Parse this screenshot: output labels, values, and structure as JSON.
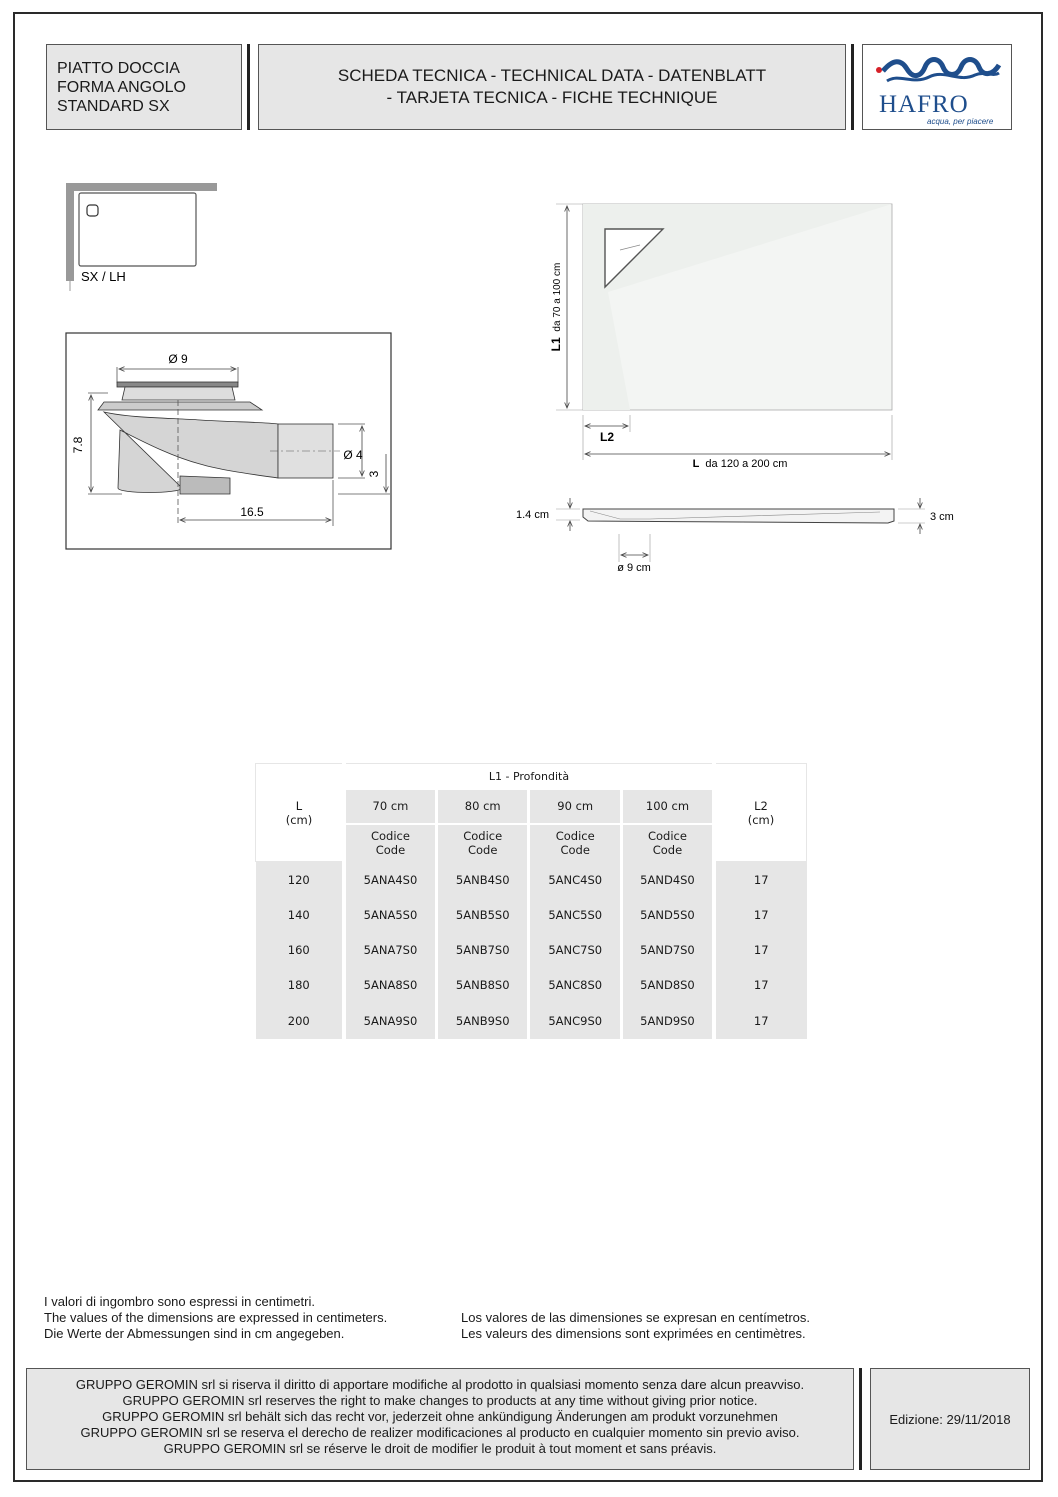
{
  "header": {
    "product_lines": [
      "PIATTO DOCCIA",
      "FORMA ANGOLO",
      "STANDARD SX"
    ],
    "title_line1": "SCHEDA TECNICA - TECHNICAL DATA - DATENBLATT",
    "title_line2": "- TARJETA TECNICA - FICHE TECHNIQUE",
    "logo_text": "HAFRO",
    "logo_tagline": "acqua, per piacere",
    "logo_color": "#1f4e8c",
    "logo_accent": "#d62028"
  },
  "drawings": {
    "orientation_label": "SX / LH",
    "drain": {
      "diameter_top": "Ø 9",
      "height": "7.8",
      "outlet_diameter": "Ø 4",
      "outlet_height": "3",
      "length": "16.5"
    },
    "plan": {
      "L1_label": "L1",
      "L1_range": "da 70 a 100 cm",
      "L2_label": "L2",
      "L_label": "L",
      "L_range": "da 120 a 200 cm"
    },
    "section": {
      "edge_height": "1.4 cm",
      "total_height": "3 cm",
      "drain_diameter": "ø 9 cm"
    }
  },
  "table": {
    "l1_header": "L1 - Profondità",
    "l_header": [
      "L",
      "(cm)"
    ],
    "l2_header": [
      "L2",
      "(cm)"
    ],
    "depths": [
      "70 cm",
      "80 cm",
      "90 cm",
      "100 cm"
    ],
    "code_header": [
      "Codice",
      "Code"
    ],
    "rows": [
      {
        "L": "120",
        "codes": [
          "5ANA4S0",
          "5ANB4S0",
          "5ANC4S0",
          "5AND4S0"
        ],
        "L2": "17"
      },
      {
        "L": "140",
        "codes": [
          "5ANA5S0",
          "5ANB5S0",
          "5ANC5S0",
          "5AND5S0"
        ],
        "L2": "17"
      },
      {
        "L": "160",
        "codes": [
          "5ANA7S0",
          "5ANB7S0",
          "5ANC7S0",
          "5AND7S0"
        ],
        "L2": "17"
      },
      {
        "L": "180",
        "codes": [
          "5ANA8S0",
          "5ANB8S0",
          "5ANC8S0",
          "5AND8S0"
        ],
        "L2": "17"
      },
      {
        "L": "200",
        "codes": [
          "5ANA9S0",
          "5ANB9S0",
          "5ANC9S0",
          "5AND9S0"
        ],
        "L2": "17"
      }
    ]
  },
  "notes": {
    "left": [
      "I valori di ingombro sono espressi in centimetri.",
      "The values of the dimensions are expressed in centimeters.",
      "Die Werte der Abmessungen sind in cm angegeben."
    ],
    "right": [
      "Los valores de las dimensiones se expresan en centímetros.",
      "Les valeurs des dimensions sont exprimées en centimètres."
    ]
  },
  "footer": {
    "disclaimers": [
      "GRUPPO GEROMIN srl si riserva il diritto di apportare modifiche al prodotto in qualsiasi momento senza dare alcun preavviso.",
      "GRUPPO GEROMIN srl reserves the right to make changes to products at any time without giving prior notice.",
      "GRUPPO GEROMIN srl behält sich das recht vor, jederzeit ohne ankündigung Änderungen am produkt vorzunehmen",
      "GRUPPO GEROMIN srl se reserva el derecho de realizer modificaciones al producto en cualquier momento sin previo aviso.",
      "GRUPPO GEROMIN srl se réserve le droit de modifier le produit à tout moment et sans préavis."
    ],
    "edition": "Edizione: 29/11/2018"
  }
}
